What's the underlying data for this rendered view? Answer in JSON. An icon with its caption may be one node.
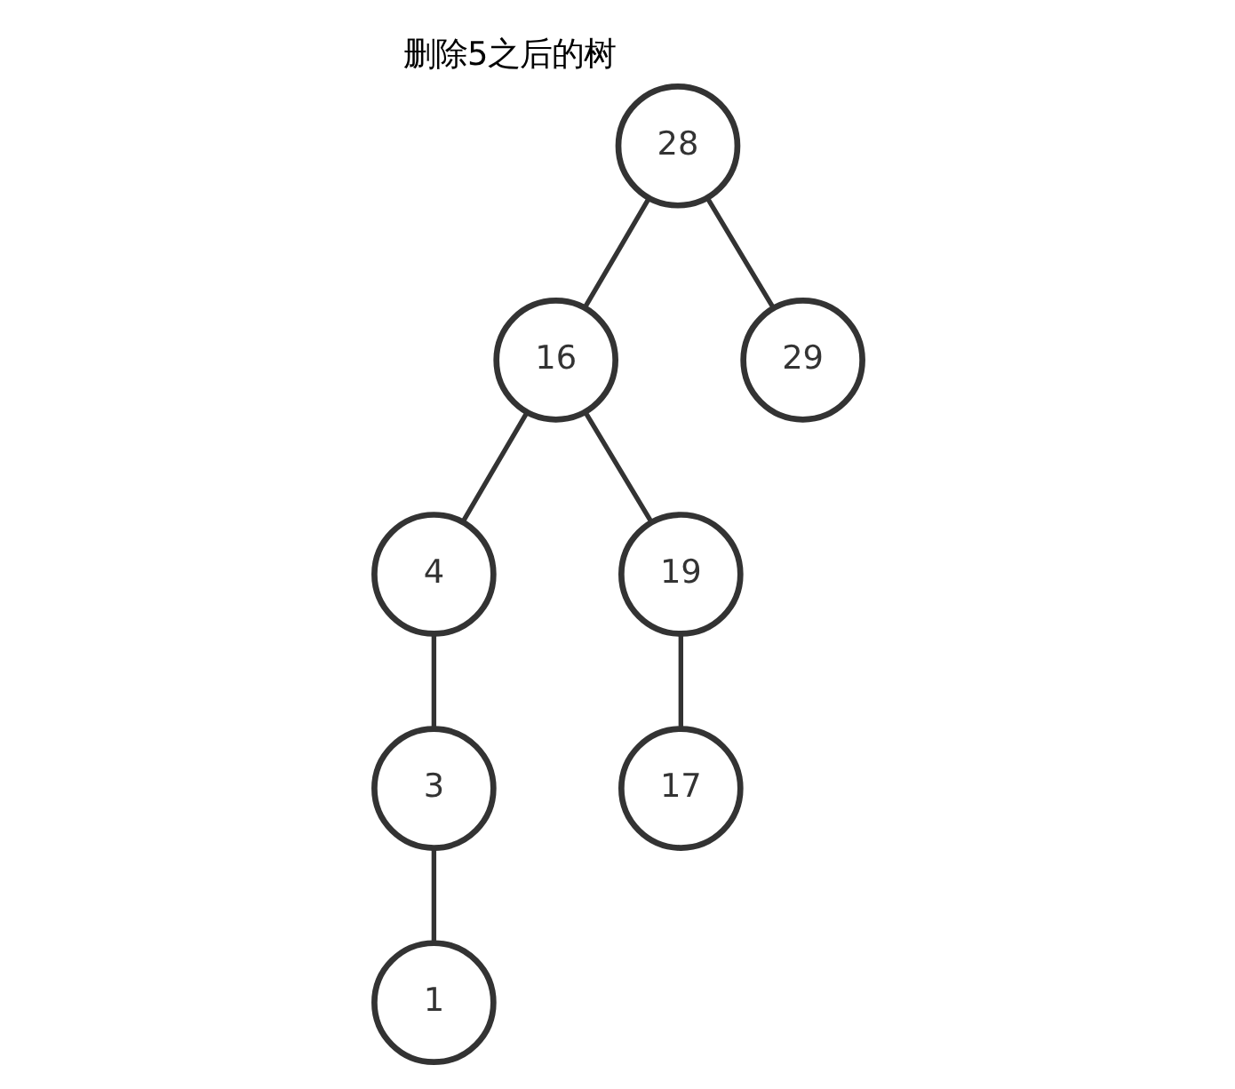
{
  "diagram": {
    "title": "删除5之后的树",
    "nodes": [
      {
        "text": [
          "28"
        ]
      },
      {
        "text": [
          "16"
        ]
      },
      {
        "text": [
          "29"
        ]
      },
      {
        "text": [
          "4"
        ]
      },
      {
        "text": [
          "19"
        ]
      },
      {
        "text": [
          "3"
        ]
      },
      {
        "text": [
          "17"
        ]
      },
      {
        "text": [
          "1"
        ]
      }
    ],
    "edges": [
      {
        "from": 0,
        "to": 1,
        "arrow": "none"
      },
      {
        "from": 0,
        "to": 2,
        "arrow": "none"
      },
      {
        "from": 1,
        "to": 3,
        "arrow": "none"
      },
      {
        "from": 1,
        "to": 4,
        "arrow": "none"
      },
      {
        "from": 3,
        "to": 5,
        "arrow": "none"
      },
      {
        "from": 4,
        "to": 6,
        "arrow": "none"
      },
      {
        "from": 5,
        "to": 7,
        "arrow": "none"
      }
    ]
  }
}
